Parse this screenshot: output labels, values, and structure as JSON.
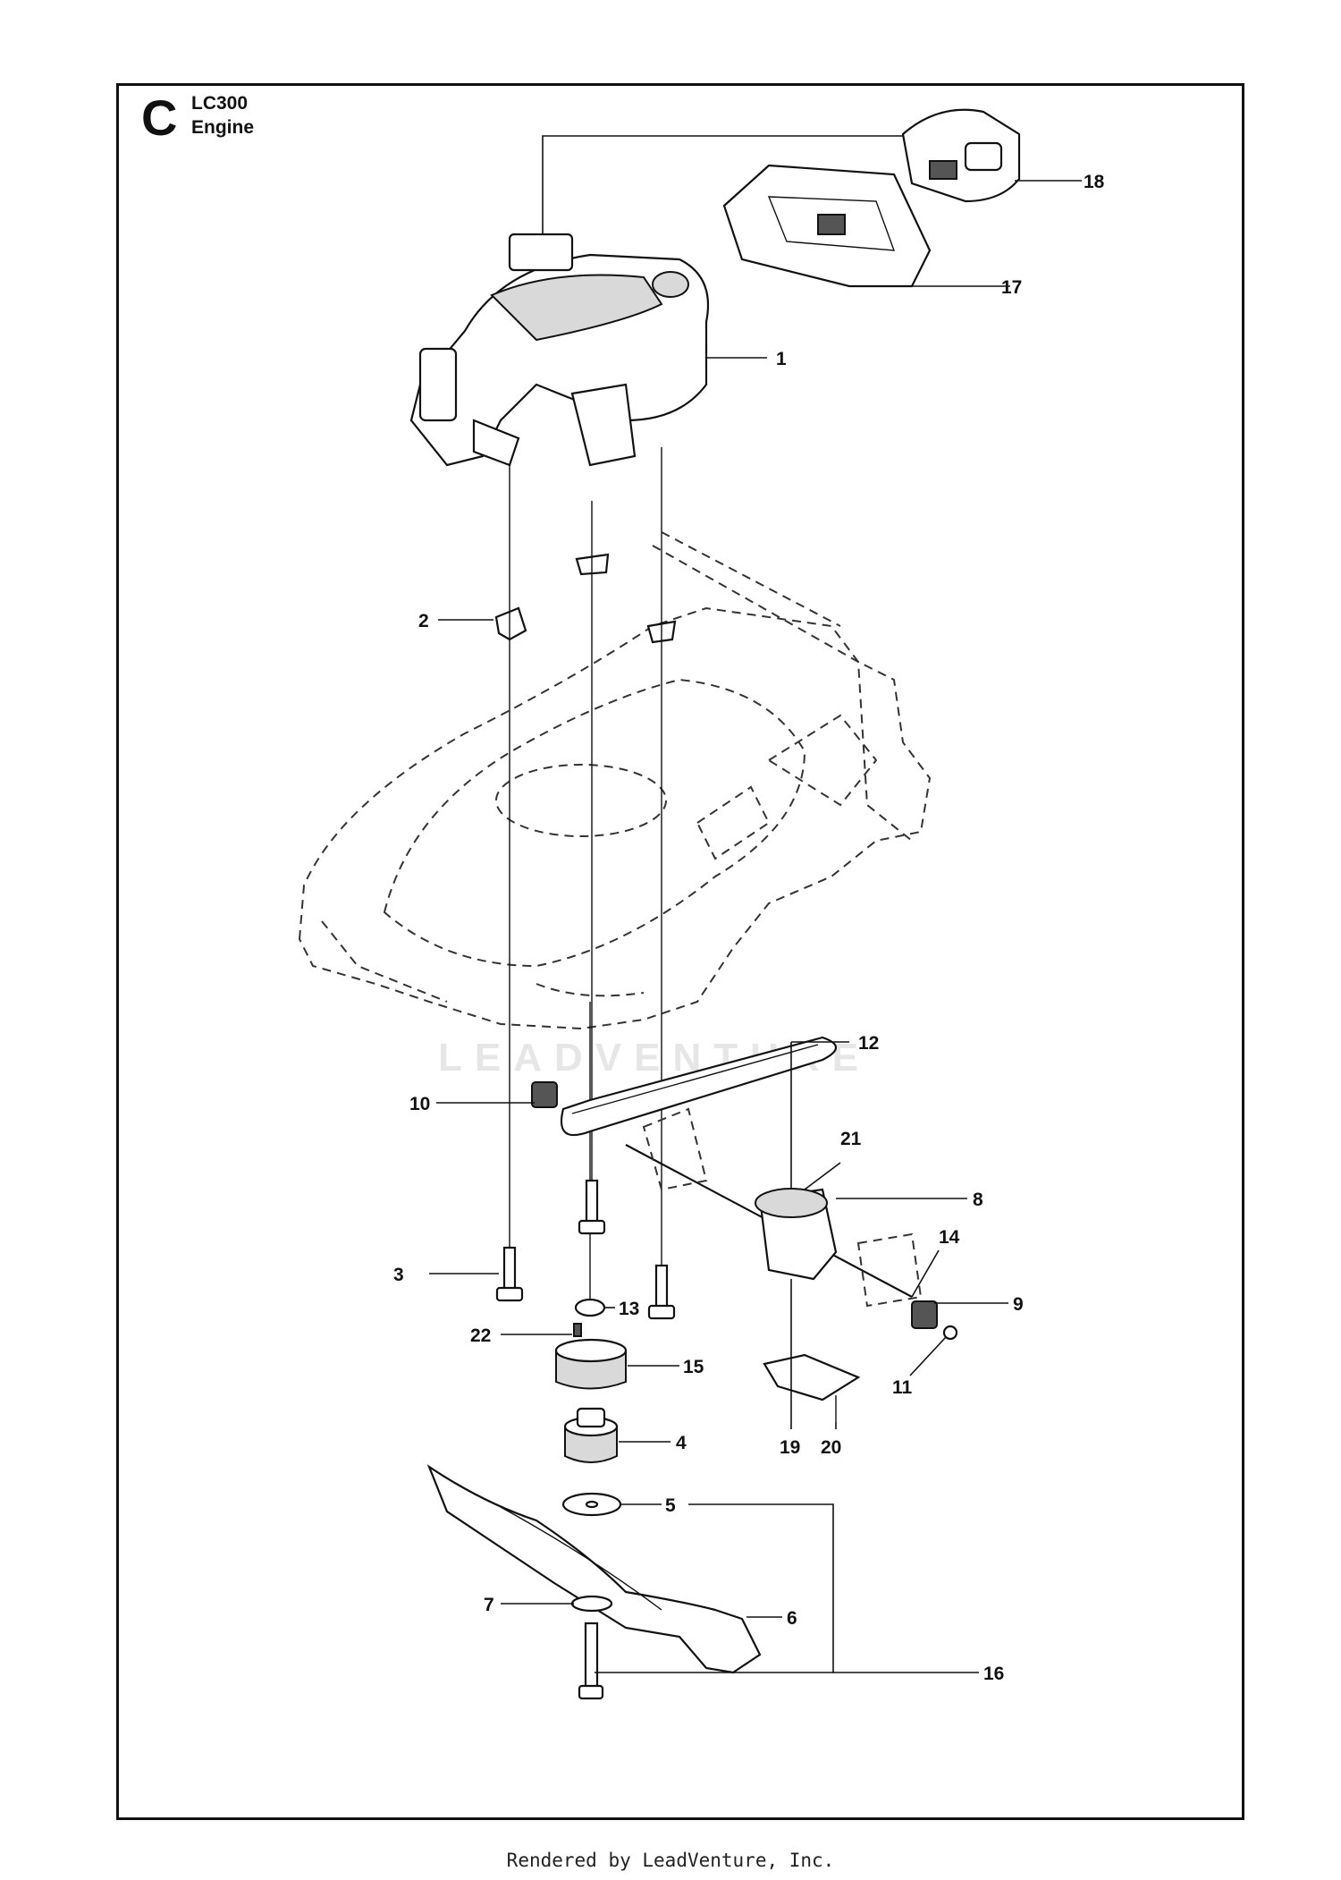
{
  "header": {
    "section": "C",
    "model": "LC300",
    "title": "Engine"
  },
  "watermark": "LEADVENTURE",
  "footer": "Rendered by LeadVenture, Inc.",
  "callouts": [
    "1",
    "2",
    "3",
    "4",
    "5",
    "6",
    "7",
    "8",
    "9",
    "10",
    "11",
    "12",
    "13",
    "14",
    "15",
    "16",
    "17",
    "18",
    "19",
    "20",
    "21",
    "22"
  ]
}
